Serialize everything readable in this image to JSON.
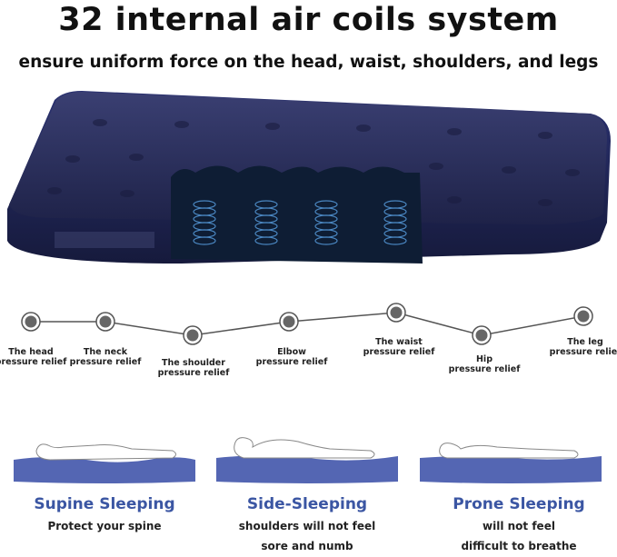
{
  "header": {
    "title": "32 internal air coils system",
    "subtitle": "ensure uniform force on the head, waist, shoulders, and legs"
  },
  "pressure_points": [
    {
      "line1": "The head",
      "line2": "pressure relief"
    },
    {
      "line1": "The neck",
      "line2": "pressure relief"
    },
    {
      "line1": "The shoulder",
      "line2": "pressure relief"
    },
    {
      "line1": "Elbow",
      "line2": "pressure relief"
    },
    {
      "line1": "The waist",
      "line2": "pressure relief"
    },
    {
      "line1": "Hip",
      "line2": "pressure relief"
    },
    {
      "line1": "The leg",
      "line2": "pressure relief"
    }
  ],
  "positions": [
    {
      "title": "Supine Sleeping",
      "line1": "Protect your spine",
      "line2": ""
    },
    {
      "title": "Side-Sleeping",
      "line1": "shoulders will not feel",
      "line2": "sore and numb"
    },
    {
      "title": "Prone Sleeping",
      "line1": "will not feel",
      "line2": "difficult to breathe"
    }
  ],
  "colors": {
    "accent": "#3b56a3",
    "mattress": "#2b2f5e",
    "pad": "#5466b3"
  }
}
